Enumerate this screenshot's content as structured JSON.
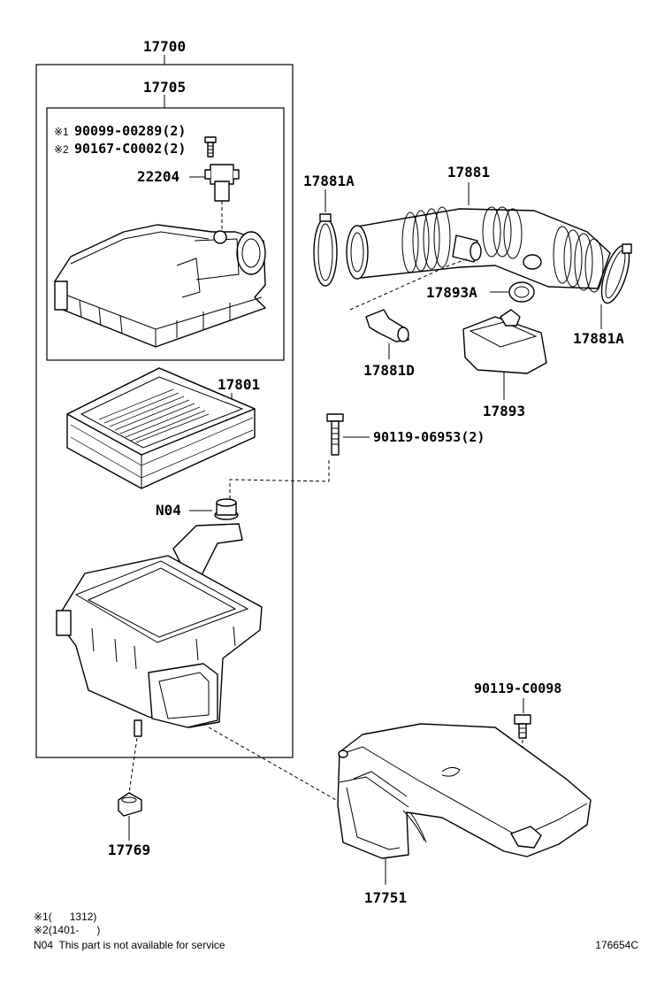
{
  "diagram": {
    "labels": {
      "air_cleaner_assy": "17700",
      "cap_sub_assy": "17705",
      "screw_1": "90099-00289(2)",
      "screw_2": "90167-C0002(2)",
      "mark_1": "※1",
      "mark_2": "※2",
      "sensor": "22204",
      "element": "17801",
      "n04": "N04",
      "bolt": "90119-06953(2)",
      "hose_main": "17881",
      "clamp_left": "17881A",
      "clamp_right": "17881A",
      "clamp_small": "17893A",
      "hose_joint": "17881D",
      "resonator": "17893",
      "bolt_2": "90119-C0098",
      "grommet": "17769",
      "inlet_duct": "17751"
    },
    "notes": {
      "note1": "※1(      1312)",
      "note2": "※2(1401-      )",
      "note3": "N04  This part is not available for service"
    },
    "figure_id": "176654C"
  }
}
